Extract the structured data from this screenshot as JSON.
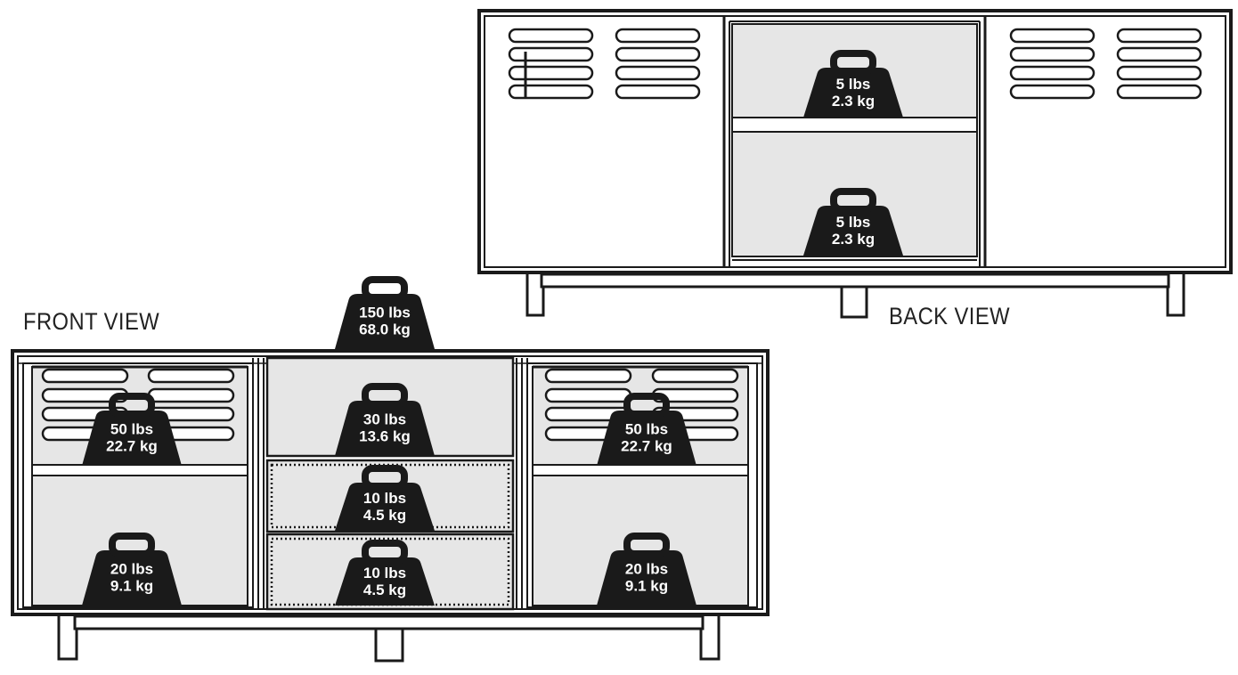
{
  "labels": {
    "front_view": "FRONT VIEW",
    "back_view": "BACK VIEW"
  },
  "colors": {
    "outline": "#1a1a1a",
    "panel_fill": "#e6e6e6",
    "cabinet_fill": "#ffffff",
    "weight_fill": "#1a1a1a",
    "weight_text": "#ffffff"
  },
  "weights": {
    "back_top_shelf": {
      "lbs": "5 lbs",
      "kg": "2.3 kg"
    },
    "back_bottom_shelf": {
      "lbs": "5 lbs",
      "kg": "2.3 kg"
    },
    "front_top_surface": {
      "lbs": "150 lbs",
      "kg": "68.0 kg"
    },
    "front_left_shelf": {
      "lbs": "50 lbs",
      "kg": "22.7 kg"
    },
    "front_left_bottom": {
      "lbs": "20 lbs",
      "kg": "9.1 kg"
    },
    "front_center_shelf": {
      "lbs": "30 lbs",
      "kg": "13.6 kg"
    },
    "front_center_drawer_1": {
      "lbs": "10 lbs",
      "kg": "4.5 kg"
    },
    "front_center_drawer_2": {
      "lbs": "10 lbs",
      "kg": "4.5 kg"
    },
    "front_right_shelf": {
      "lbs": "50 lbs",
      "kg": "22.7 kg"
    },
    "front_right_bottom": {
      "lbs": "20 lbs",
      "kg": "9.1 kg"
    }
  }
}
